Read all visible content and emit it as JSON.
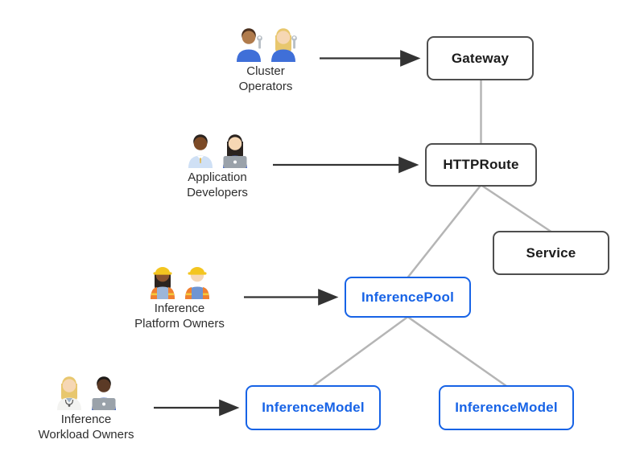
{
  "colors": {
    "background": "#ffffff",
    "accent_blue": "#1763e6",
    "box_border_dark": "#4e4e4e",
    "box_text_dark": "#1b1b1b",
    "connector_gray": "#b5b5b5",
    "arrow_dark": "#333333",
    "persona_label_text": "#2e2e2e"
  },
  "nodes": [
    {
      "id": "gateway",
      "label": "Gateway",
      "style": "dark"
    },
    {
      "id": "httproute",
      "label": "HTTPRoute",
      "style": "dark"
    },
    {
      "id": "service",
      "label": "Service",
      "style": "dark"
    },
    {
      "id": "inferencepool",
      "label": "InferencePool",
      "style": "blue"
    },
    {
      "id": "inferencemodel-1",
      "label": "InferenceModel",
      "style": "blue"
    },
    {
      "id": "inferencemodel-2",
      "label": "InferenceModel",
      "style": "blue"
    }
  ],
  "edges": [
    {
      "from": "Gateway",
      "to": "HTTPRoute",
      "type": "line"
    },
    {
      "from": "HTTPRoute",
      "to": "Service",
      "type": "line"
    },
    {
      "from": "HTTPRoute",
      "to": "InferencePool",
      "type": "line"
    },
    {
      "from": "InferencePool",
      "to": "InferenceModel (left)",
      "type": "line"
    },
    {
      "from": "InferencePool",
      "to": "InferenceModel (right)",
      "type": "line"
    },
    {
      "from": "Cluster Operators",
      "to": "Gateway",
      "type": "arrow"
    },
    {
      "from": "Application Developers",
      "to": "HTTPRoute",
      "type": "arrow"
    },
    {
      "from": "Inference Platform Owners",
      "to": "InferencePool",
      "type": "arrow"
    },
    {
      "from": "Inference Workload Owners",
      "to": "InferenceModel (left)",
      "type": "arrow"
    }
  ],
  "personas": [
    {
      "label": "Cluster\nOperators",
      "icons": [
        "man-mechanic-medium-skin-icon",
        "woman-mechanic-light-skin-icon"
      ],
      "figures": [
        {
          "skin": "#b07b4c",
          "hair": "#4a2f1d",
          "hairStyle": "short",
          "shirt": "#3f6fd8",
          "accessory": "wrench"
        },
        {
          "skin": "#f6d7b4",
          "hair": "#e8c76e",
          "hairStyle": "long",
          "shirt": "#3f6fd8",
          "accessory": "wrench"
        }
      ]
    },
    {
      "label": "Application\nDevelopers",
      "icons": [
        "man-office-worker-dark-skin-icon",
        "woman-technologist-light-skin-icon"
      ],
      "figures": [
        {
          "skin": "#7c4a26",
          "hair": "#2a231f",
          "hairStyle": "short",
          "shirt": "#cfe0f5",
          "accessory": "tie"
        },
        {
          "skin": "#f6d7b4",
          "hair": "#2a231f",
          "hairStyle": "long",
          "shirt": "#4468c8",
          "accessory": "laptop"
        }
      ]
    },
    {
      "label": "Inference\nPlatform Owners",
      "icons": [
        "woman-construction-worker-dark-skin-icon",
        "man-construction-worker-light-skin-icon"
      ],
      "figures": [
        {
          "skin": "#8a5430",
          "hair": "#2a231f",
          "hairStyle": "long",
          "shirt": "#9db6d8",
          "helmet": true,
          "vest": true
        },
        {
          "skin": "#f6d7b4",
          "hair": "#2a231f",
          "hairStyle": "none",
          "shirt": "#6f95d2",
          "helmet": true,
          "vest": true
        }
      ]
    },
    {
      "label": "Inference\nWorkload Owners",
      "icons": [
        "health-worker-light-skin-icon",
        "man-technologist-dark-skin-icon"
      ],
      "figures": [
        {
          "skin": "#f6d7b4",
          "hair": "#e8c76e",
          "hairStyle": "long",
          "shirt": "#f3f3f1",
          "coat": true
        },
        {
          "skin": "#5b3a26",
          "hair": "#1e1a17",
          "hairStyle": "short",
          "shirt": "#4468c8",
          "accessory": "laptop"
        }
      ]
    }
  ]
}
